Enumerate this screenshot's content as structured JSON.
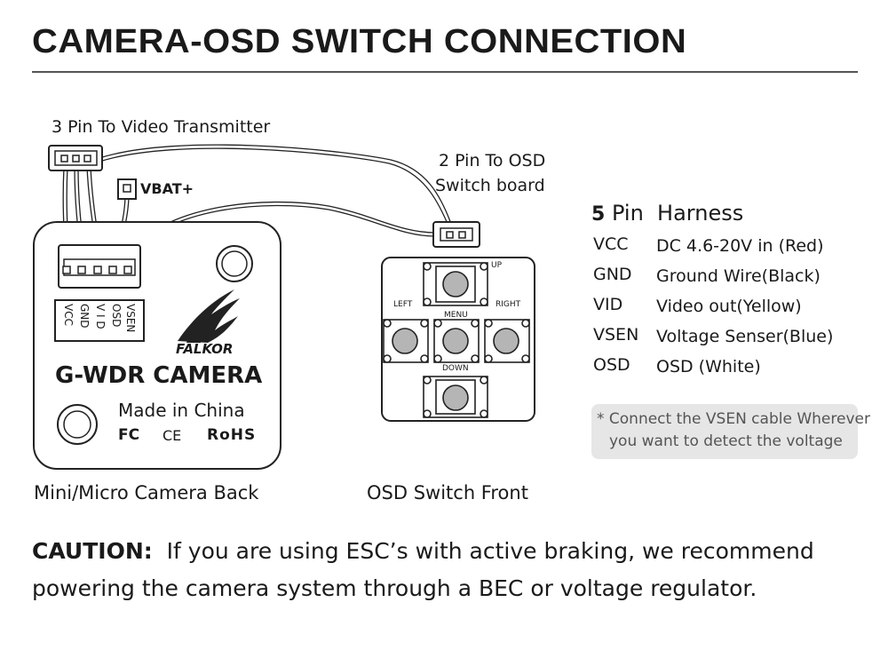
{
  "title": "CAMERA-OSD SWITCH CONNECTION",
  "labels": {
    "video_tx": "3 Pin To Video Transmitter",
    "vbat": "VBAT+",
    "osd_line1": "2 Pin To OSD",
    "osd_line2": "Switch board"
  },
  "camera": {
    "pins": [
      "VSEN",
      "OSD",
      "V I D",
      "GND",
      "VCC"
    ],
    "brand": "FALKOR",
    "model": "G-WDR CAMERA",
    "made_in": "Made in China",
    "certs": [
      "FC",
      "CE",
      "RoHS"
    ]
  },
  "osd_switch": {
    "buttons": [
      "UP",
      "LEFT",
      "MENU",
      "RIGHT",
      "DOWN"
    ]
  },
  "harness": {
    "title_num": "5",
    "title_text": "Pin  Harness",
    "pins": [
      {
        "name": "VCC",
        "desc": "DC 4.6-20V in (Red)"
      },
      {
        "name": "GND",
        "desc": "Ground Wire(Black)"
      },
      {
        "name": "VID",
        "desc": "Video out(Yellow)"
      },
      {
        "name": "VSEN",
        "desc": "Voltage Senser(Blue)"
      },
      {
        "name": "OSD",
        "desc": "OSD (White)"
      }
    ],
    "note_line1": "* Connect the VSEN cable Wherever",
    "note_line2": "you want to detect the voltage"
  },
  "captions": {
    "camera": "Mini/Micro Camera Back",
    "switch": "OSD Switch Front"
  },
  "caution": {
    "label": "CAUTION:",
    "line1": "If you are using ESC’s with active braking, we recommend",
    "line2": "powering the camera system through a BEC or voltage regulator."
  }
}
